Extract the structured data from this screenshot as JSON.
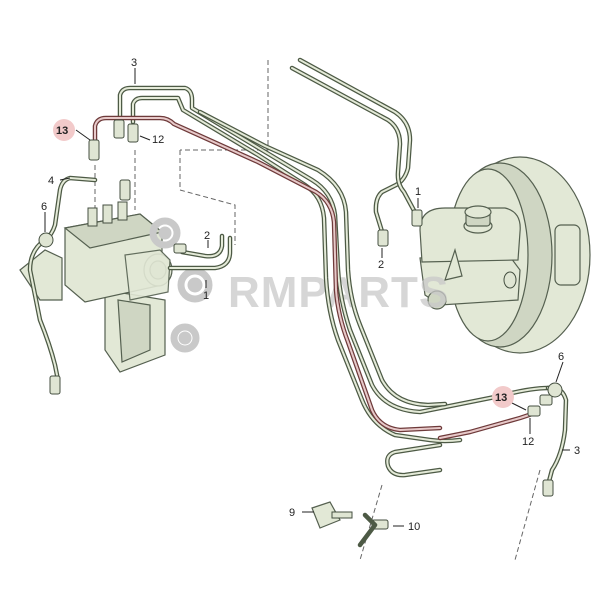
{
  "watermark": {
    "text": "RMPARTS",
    "color": "#c9c9c9"
  },
  "colors": {
    "pipe": "#4d5a45",
    "pipe_highlight": "#6e3a3a",
    "component_fill": "#e2e8d6",
    "callout_highlight": "#f2caca"
  },
  "callouts": {
    "c3_top": "3",
    "c13_left": "13",
    "c12_left": "12",
    "c4": "4",
    "c6_left": "6",
    "c2_abs": "2",
    "c1_abs": "1",
    "c1_booster": "1",
    "c2_booster": "2",
    "c6_right": "6",
    "c13_right": "13",
    "c12_right": "12",
    "c3_right": "3",
    "c9": "9",
    "c10": "10"
  },
  "icons": {
    "gear": "gear-icon"
  }
}
